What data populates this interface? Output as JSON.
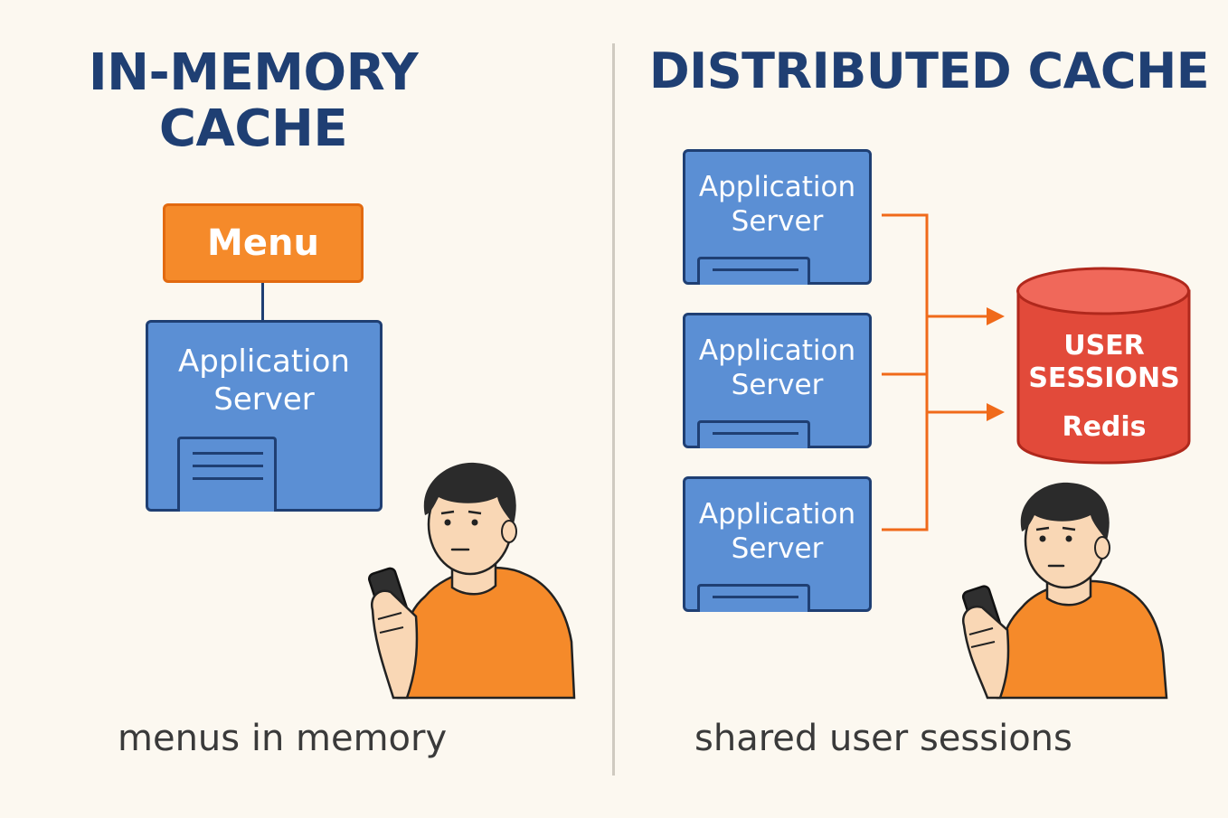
{
  "left": {
    "title_line1": "IN-MEMORY",
    "title_line2": "CACHE",
    "menu_label": "Menu",
    "server": {
      "line1": "Application",
      "line2": "Server"
    },
    "caption": "menus in memory"
  },
  "right": {
    "title": "DISTRIBUTED CACHE",
    "servers": [
      {
        "line1": "Application",
        "line2": "Server"
      },
      {
        "line1": "Application",
        "line2": "Server"
      },
      {
        "line1": "Application",
        "line2": "Server"
      }
    ],
    "database": {
      "line1": "USER",
      "line2": "SESSIONS",
      "line3": "Redis"
    },
    "caption": "shared user sessions"
  },
  "colors": {
    "background": "#fcf8f0",
    "title": "#1f3f73",
    "server_fill": "#5b8fd4",
    "server_border": "#1f3f73",
    "menu_fill": "#f58a2a",
    "connector": "#f06a1a",
    "db_fill": "#e24a3a",
    "shirt": "#f58a2a"
  },
  "icons": [
    "person-with-phone-icon",
    "server-drive-icon",
    "database-cylinder-icon",
    "arrow-right-icon"
  ]
}
